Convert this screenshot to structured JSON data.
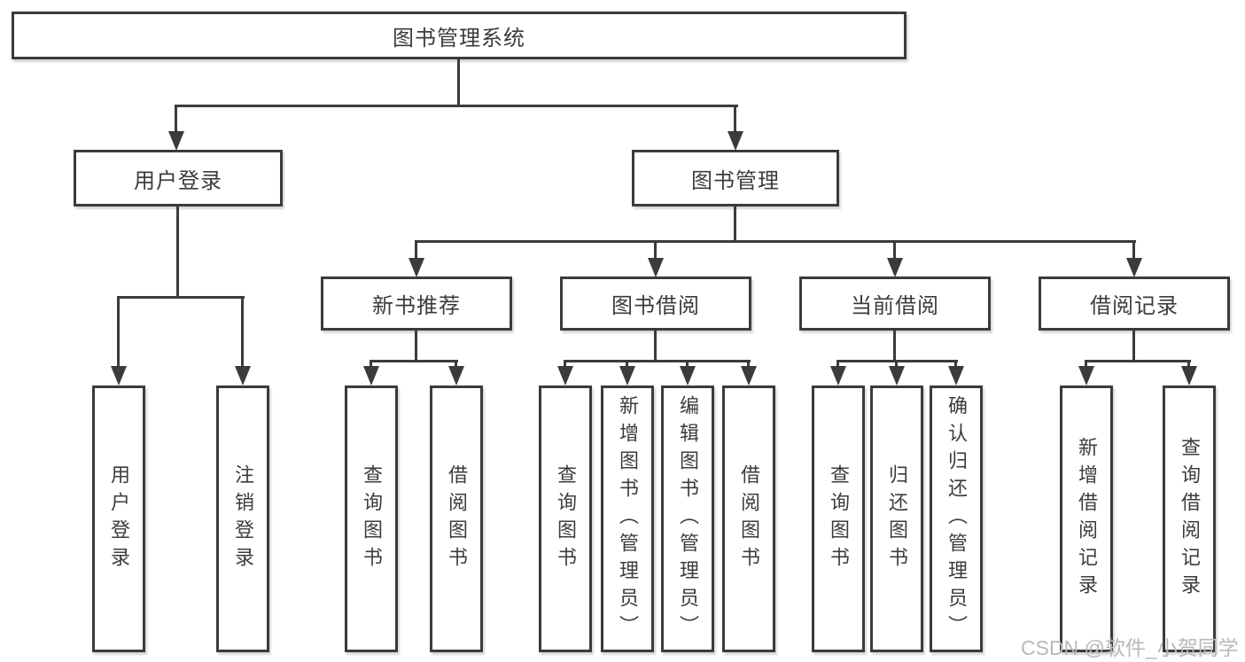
{
  "diagram": {
    "root": {
      "label": "图书管理系统"
    },
    "branches": [
      {
        "label": "用户登录",
        "children": [
          {
            "label": "用户登录"
          },
          {
            "label": "注销登录"
          }
        ]
      },
      {
        "label": "图书管理",
        "children": [
          {
            "label": "新书推荐",
            "children": [
              {
                "label": "查询图书"
              },
              {
                "label": "借阅图书"
              }
            ]
          },
          {
            "label": "图书借阅",
            "children": [
              {
                "label": "查询图书"
              },
              {
                "label": "新增图书（管理员）"
              },
              {
                "label": "编辑图书（管理员）"
              },
              {
                "label": "借阅图书"
              }
            ]
          },
          {
            "label": "当前借阅",
            "children": [
              {
                "label": "查询图书"
              },
              {
                "label": "归还图书"
              },
              {
                "label": "确认归还（管理员）"
              }
            ]
          },
          {
            "label": "借阅记录",
            "children": [
              {
                "label": "新增借阅记录"
              },
              {
                "label": "查询借阅记录"
              }
            ]
          }
        ]
      }
    ]
  },
  "watermark": {
    "text": "CSDN @软件_小贺同学"
  },
  "colors": {
    "line": "#3b3b3b",
    "text": "#3c3c3c",
    "background": "#ffffff",
    "watermark": "#b9b9b9"
  }
}
